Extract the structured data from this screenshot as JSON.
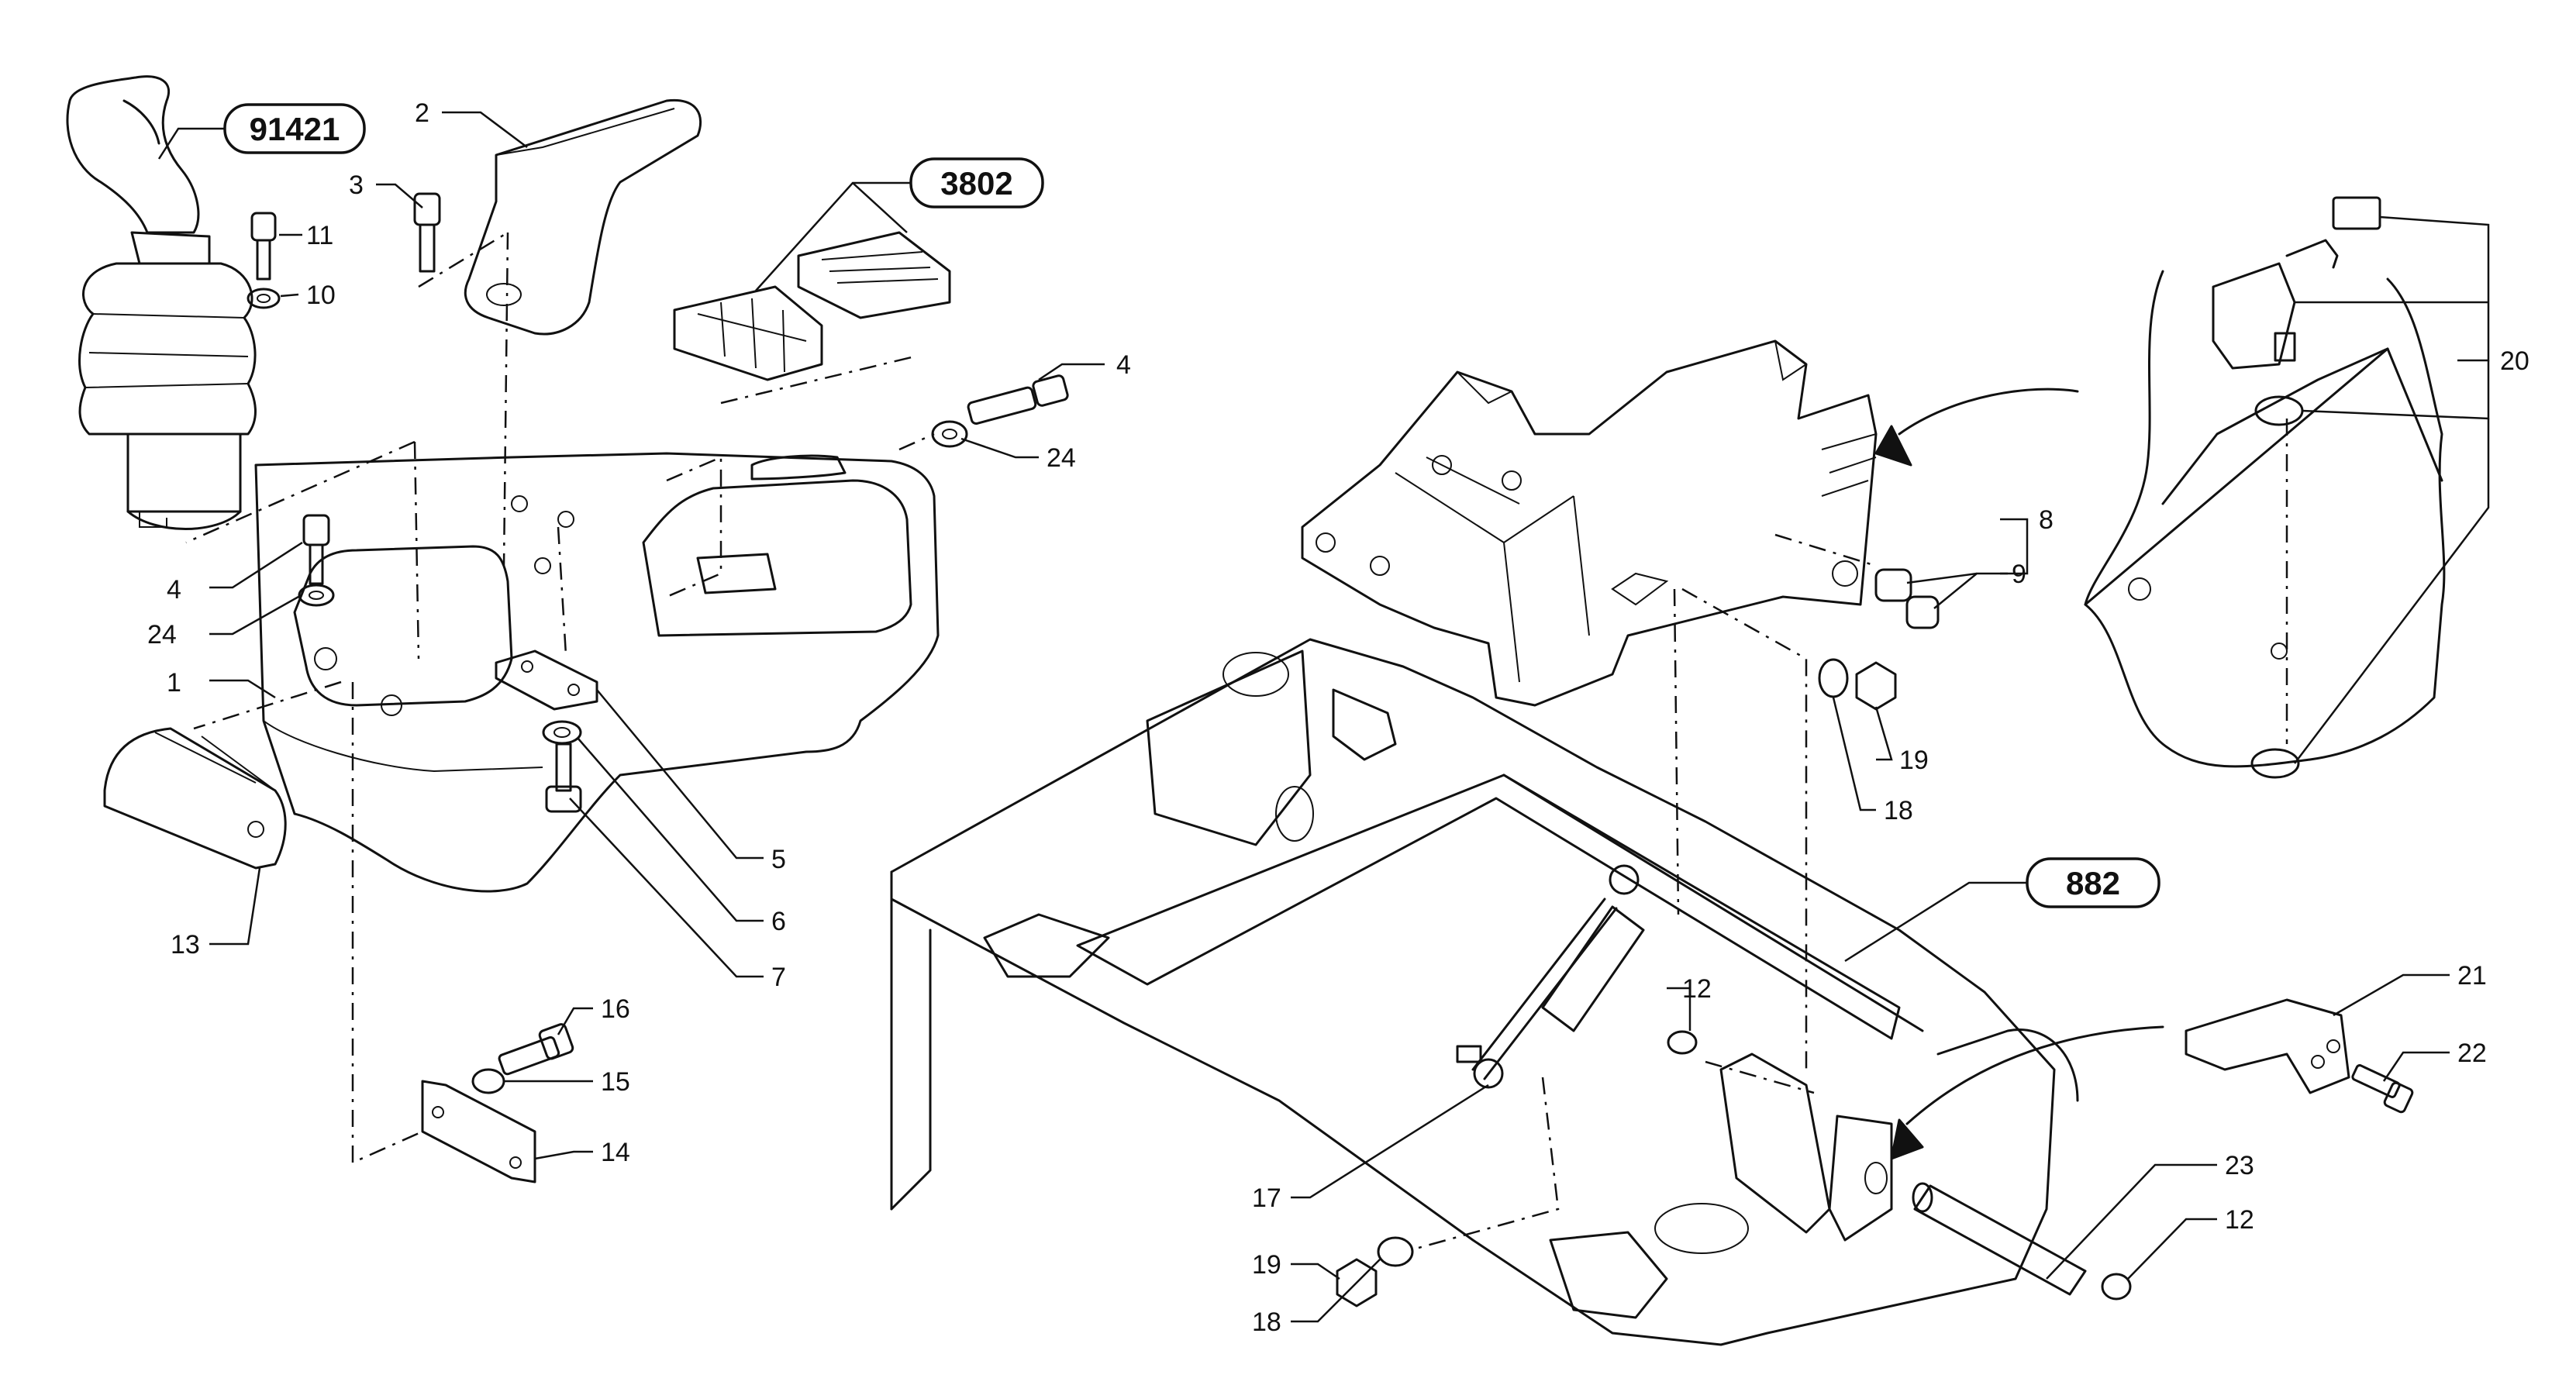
{
  "badges": [
    {
      "id": "b91421",
      "text": "91421"
    },
    {
      "id": "b3802",
      "text": "3802"
    },
    {
      "id": "b882",
      "text": "882"
    }
  ],
  "callouts": [
    {
      "id": "c1",
      "text": "1"
    },
    {
      "id": "c2",
      "text": "2"
    },
    {
      "id": "c3",
      "text": "3"
    },
    {
      "id": "c4a",
      "text": "4"
    },
    {
      "id": "c4b",
      "text": "4"
    },
    {
      "id": "c5",
      "text": "5"
    },
    {
      "id": "c6",
      "text": "6"
    },
    {
      "id": "c7",
      "text": "7"
    },
    {
      "id": "c8",
      "text": "8"
    },
    {
      "id": "c9",
      "text": "9"
    },
    {
      "id": "c10",
      "text": "10"
    },
    {
      "id": "c11",
      "text": "11"
    },
    {
      "id": "c12a",
      "text": "12"
    },
    {
      "id": "c12b",
      "text": "12"
    },
    {
      "id": "c13",
      "text": "13"
    },
    {
      "id": "c14",
      "text": "14"
    },
    {
      "id": "c15",
      "text": "15"
    },
    {
      "id": "c16",
      "text": "16"
    },
    {
      "id": "c17",
      "text": "17"
    },
    {
      "id": "c18a",
      "text": "18"
    },
    {
      "id": "c18b",
      "text": "18"
    },
    {
      "id": "c19a",
      "text": "19"
    },
    {
      "id": "c19b",
      "text": "19"
    },
    {
      "id": "c20",
      "text": "20"
    },
    {
      "id": "c21",
      "text": "21"
    },
    {
      "id": "c22",
      "text": "22"
    },
    {
      "id": "c23",
      "text": "23"
    },
    {
      "id": "c24a",
      "text": "24"
    },
    {
      "id": "c24b",
      "text": "24"
    }
  ]
}
